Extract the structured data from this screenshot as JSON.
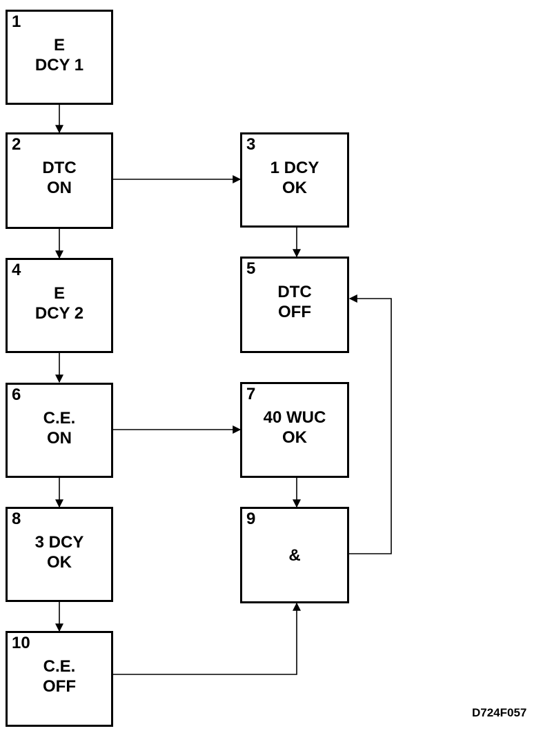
{
  "diagram": {
    "boxes": [
      {
        "num": "1",
        "lines": [
          "E",
          "DCY 1"
        ]
      },
      {
        "num": "2",
        "lines": [
          "DTC",
          "ON"
        ]
      },
      {
        "num": "3",
        "lines": [
          "1 DCY",
          "OK"
        ]
      },
      {
        "num": "4",
        "lines": [
          "E",
          "DCY 2"
        ]
      },
      {
        "num": "5",
        "lines": [
          "DTC",
          "OFF"
        ]
      },
      {
        "num": "6",
        "lines": [
          "C.E.",
          "ON"
        ]
      },
      {
        "num": "7",
        "lines": [
          "40 WUC",
          "OK"
        ]
      },
      {
        "num": "8",
        "lines": [
          "3 DCY",
          "OK"
        ]
      },
      {
        "num": "9",
        "lines": [
          "&"
        ]
      },
      {
        "num": "10",
        "lines": [
          "C.E.",
          "OFF"
        ]
      }
    ],
    "figure_code": "D724F057"
  }
}
